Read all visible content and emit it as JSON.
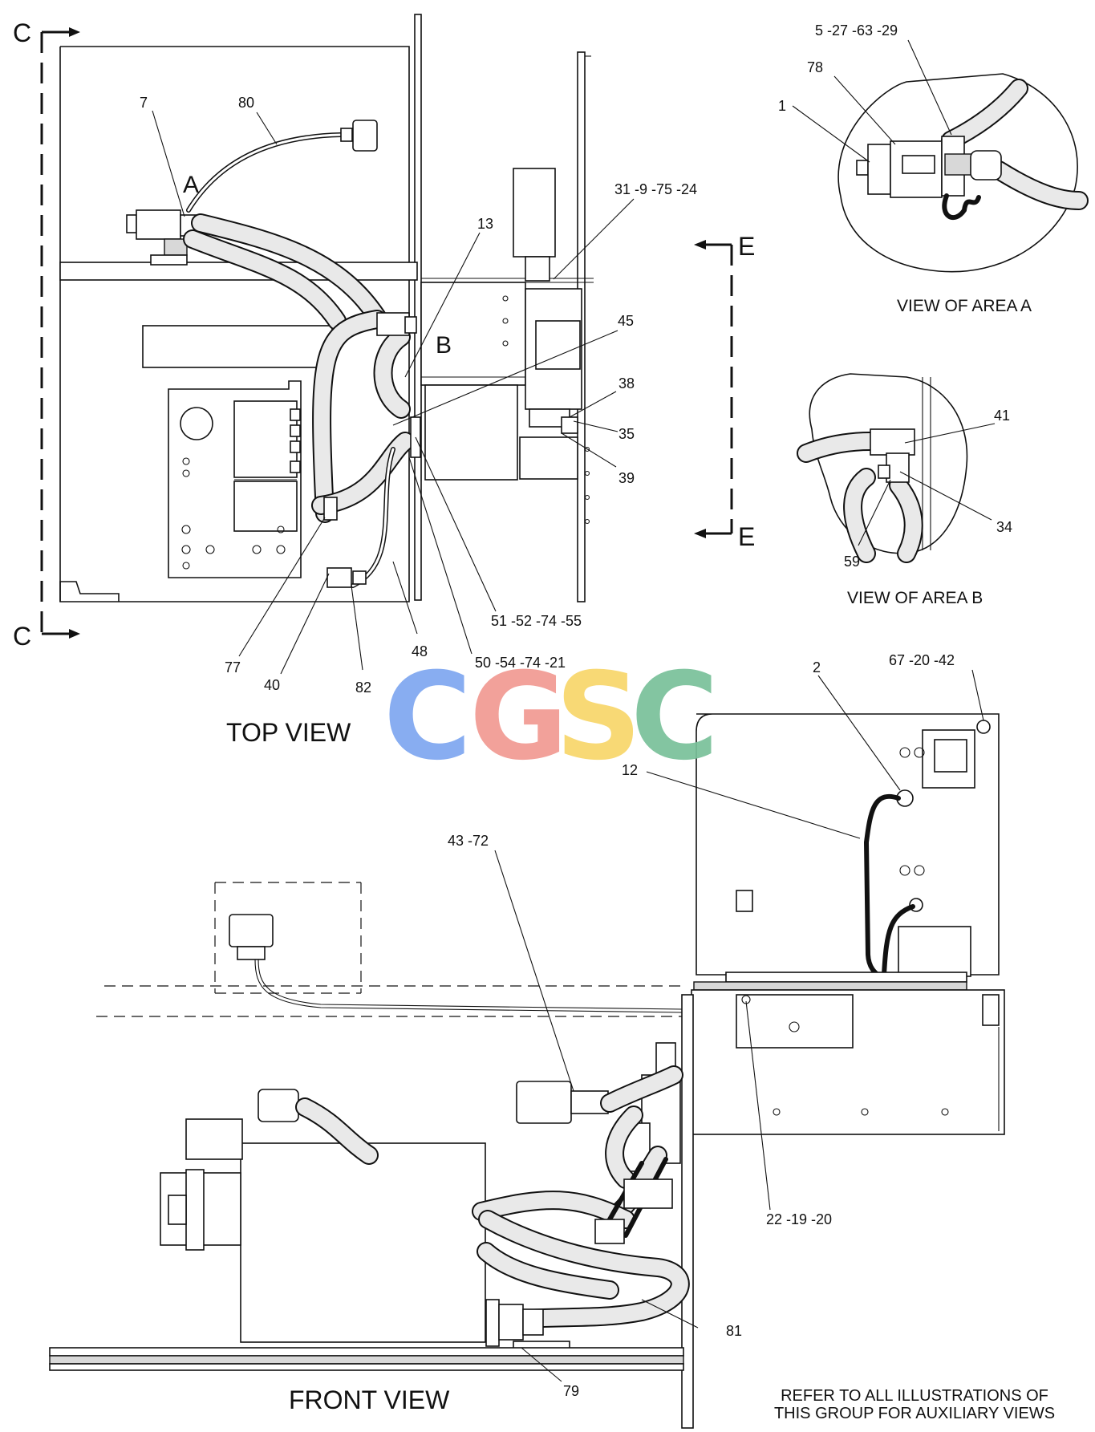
{
  "views": {
    "top": "TOP VIEW",
    "front": "FRONT VIEW",
    "area_a": "VIEW OF AREA A",
    "area_b": "VIEW OF AREA B"
  },
  "sections": {
    "c": "C",
    "e": "E"
  },
  "area_letters": {
    "a": "A",
    "b": "B"
  },
  "callouts": {
    "c7": "7",
    "c80": "80",
    "c13": "13",
    "c31": "31 -9 -75 -24",
    "c45": "45",
    "c38": "38",
    "c35": "35",
    "c39": "39",
    "c51": "51 -52 -74 -55",
    "c50": "50 -54 -74 -21",
    "c77": "77",
    "c40": "40",
    "c82": "82",
    "c48": "48",
    "c5": "5 -27 -63 -29",
    "c78": "78",
    "c1": "1",
    "c41": "41",
    "c34": "34",
    "c59": "59",
    "c2": "2",
    "c67": "67 -20 -42",
    "c12": "12",
    "c43": "43 -72",
    "c22": "22 -19 -20",
    "c81": "81",
    "c79": "79"
  },
  "note": {
    "line1": "REFER TO ALL ILLUSTRATIONS OF",
    "line2": "THIS GROUP FOR AUXILIARY VIEWS"
  },
  "watermark": {
    "letters": [
      "C",
      "G",
      "S",
      "C"
    ],
    "colors": [
      "#7ea7f0",
      "#f19a92",
      "#f8d66a",
      "#79c19a"
    ]
  }
}
